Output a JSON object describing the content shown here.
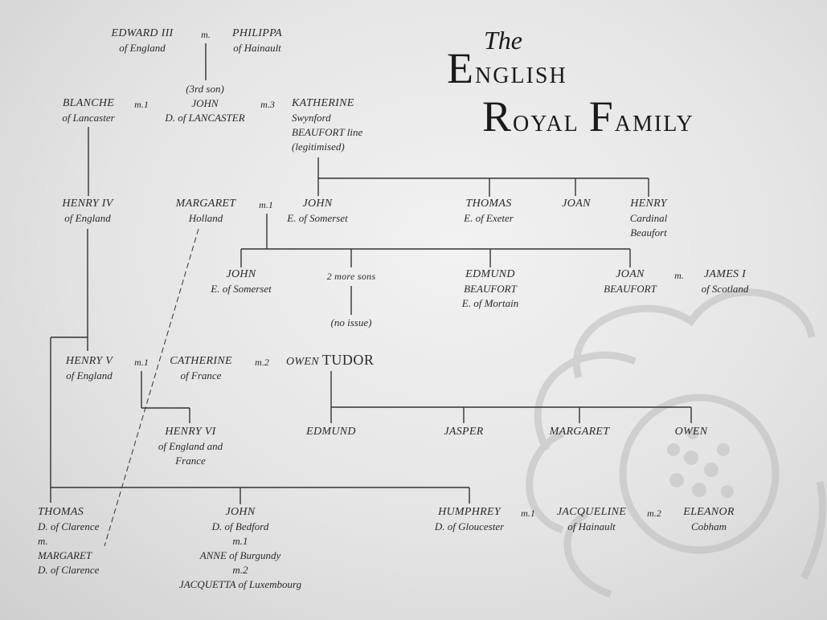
{
  "title": {
    "the": "The",
    "line1": "English",
    "line2": "Royal Family"
  },
  "people": {
    "edward_iii": [
      "EDWARD III",
      "of England"
    ],
    "philippa": [
      "PHILIPPA",
      "of Hainault"
    ],
    "john_lancaster": [
      "(3rd son)",
      "JOHN",
      "D. of LANCASTER"
    ],
    "blanche": [
      "BLANCHE",
      "of Lancaster"
    ],
    "katherine": [
      "KATHERINE",
      "Swynford",
      "BEAUFORT line",
      "(legitimised)"
    ],
    "henry_iv": [
      "HENRY IV",
      "of England"
    ],
    "margaret_holland": [
      "MARGARET",
      "Holland"
    ],
    "john_somerset": [
      "JOHN",
      "E. of Somerset"
    ],
    "thomas_exeter": [
      "THOMAS",
      "E. of Exeter"
    ],
    "joan": [
      "JOAN"
    ],
    "henry_beaufort": [
      "HENRY",
      "Cardinal",
      "Beaufort"
    ],
    "john_somerset_2": [
      "JOHN",
      "E. of Somerset"
    ],
    "more_sons": [
      "2 more sons"
    ],
    "no_issue": [
      "(no issue)"
    ],
    "edmund_beaufort": [
      "EDMUND",
      "BEAUFORT",
      "E. of Mortain"
    ],
    "joan_beaufort": [
      "JOAN",
      "BEAUFORT"
    ],
    "james_i": [
      "JAMES I",
      "of Scotland"
    ],
    "henry_v": [
      "HENRY V",
      "of England"
    ],
    "catherine": [
      "CATHERINE",
      "of France"
    ],
    "henry_vi": [
      "HENRY VI",
      "of England and",
      "France"
    ],
    "edmund_tudor": [
      "EDMUND"
    ],
    "jasper": [
      "JASPER"
    ],
    "margaret_tudor": [
      "MARGARET"
    ],
    "owen": [
      "OWEN"
    ],
    "thomas_clarence": [
      "THOMAS",
      "D. of Clarence",
      "m.",
      "MARGARET",
      "D. of Clarence"
    ],
    "john_bedford": [
      "JOHN",
      "D. of Bedford",
      "m.1",
      "ANNE of Burgundy",
      "m.2",
      "JACQUETTA of Luxembourg"
    ],
    "humphrey": [
      "HUMPHREY",
      "D. of Gloucester"
    ],
    "jacqueline": [
      "JACQUELINE",
      "of Hainault"
    ],
    "eleanor": [
      "ELEANOR",
      "Cobham"
    ]
  },
  "owen_tudor": {
    "first": "OWEN",
    "last": "TUDOR"
  },
  "marriages": {
    "edward_philippa": "m.",
    "blanche_john": "m.1",
    "john_katherine": "m.3",
    "margaret_john": "m.1",
    "joan_james": "m.",
    "henry_catherine": "m.1",
    "catherine_owen": "m.2",
    "humphrey_jacqueline": "m.1",
    "jacqueline_eleanor": "m.2"
  },
  "colors": {
    "line": "#333333",
    "text": "#2a2a2a",
    "watermark": "#b9b9b9"
  }
}
